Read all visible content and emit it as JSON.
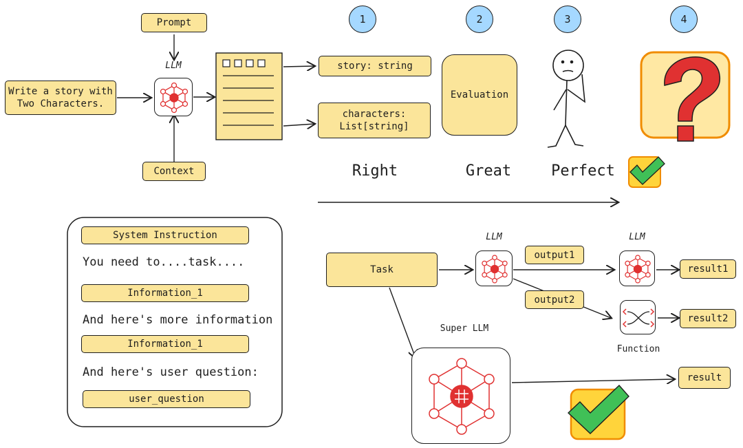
{
  "inputs": {
    "prompt": "Prompt",
    "context": "Context",
    "story_request": "Write a story with\nTwo Characters."
  },
  "llm_label": "LLM",
  "outputs": {
    "story": "story: string",
    "characters": "characters:\nList[string]"
  },
  "steps": [
    {
      "number": "1",
      "label": "Right"
    },
    {
      "number": "2",
      "label": "Great"
    },
    {
      "number": "3",
      "label": "Perfect"
    },
    {
      "number": "4",
      "label": ""
    }
  ],
  "evaluation": "Evaluation",
  "prompt_panel": {
    "system_instruction": "System Instruction",
    "task_line": "You need to....task....",
    "info_1": "Information_1",
    "more_info_line": "And here's more information",
    "info_2": "Information_1",
    "user_question_line": "And here's user question:",
    "user_question": "user_question"
  },
  "pipeline": {
    "task": "Task",
    "llm_1": "LLM",
    "llm_2": "LLM",
    "output1": "output1",
    "output2": "output2",
    "result1": "result1",
    "result2": "result2",
    "function": "Function",
    "super_llm": "Super LLM",
    "result": "result"
  },
  "colors": {
    "box_fill": "#fbe59a",
    "badge_fill": "#a5d8ff",
    "llm_red": "#e03131",
    "check_green": "#40c057",
    "check_bg": "#ffd43b"
  }
}
